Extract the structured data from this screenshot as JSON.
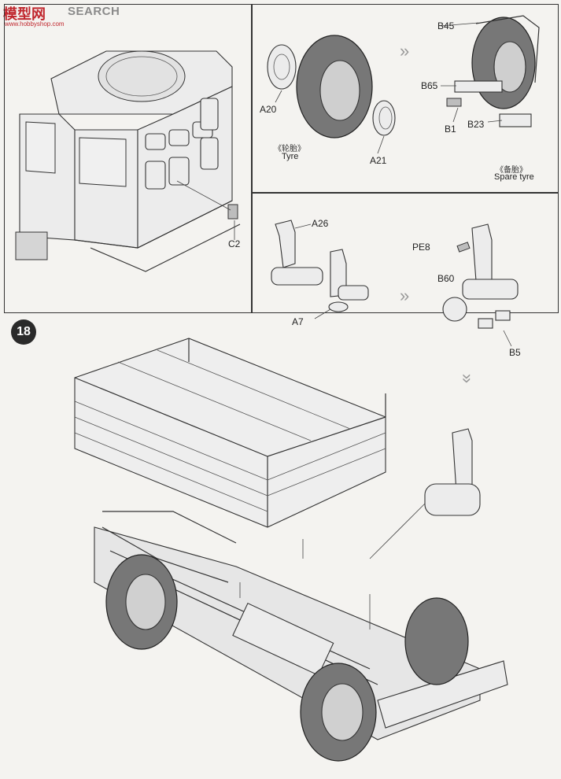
{
  "watermark": {
    "brand": "模型网",
    "site_text": "SEARCH",
    "url": "www.hobbyshop.com"
  },
  "panels": {
    "cab": {
      "parts": [
        "C2"
      ]
    },
    "tyre": {
      "parts": [
        "A20",
        "A21"
      ],
      "caption_cn": "《轮胎》",
      "caption_en": "Tyre"
    },
    "spare": {
      "parts": [
        "B45",
        "B65",
        "B1",
        "B23"
      ],
      "caption_cn": "《备胎》",
      "caption_en": "Spare tyre"
    },
    "intake": {
      "parts_left": [
        "A26",
        "A7"
      ],
      "parts_right": [
        "PE8",
        "B60",
        "B5"
      ]
    }
  },
  "step": {
    "number": "18"
  }
}
